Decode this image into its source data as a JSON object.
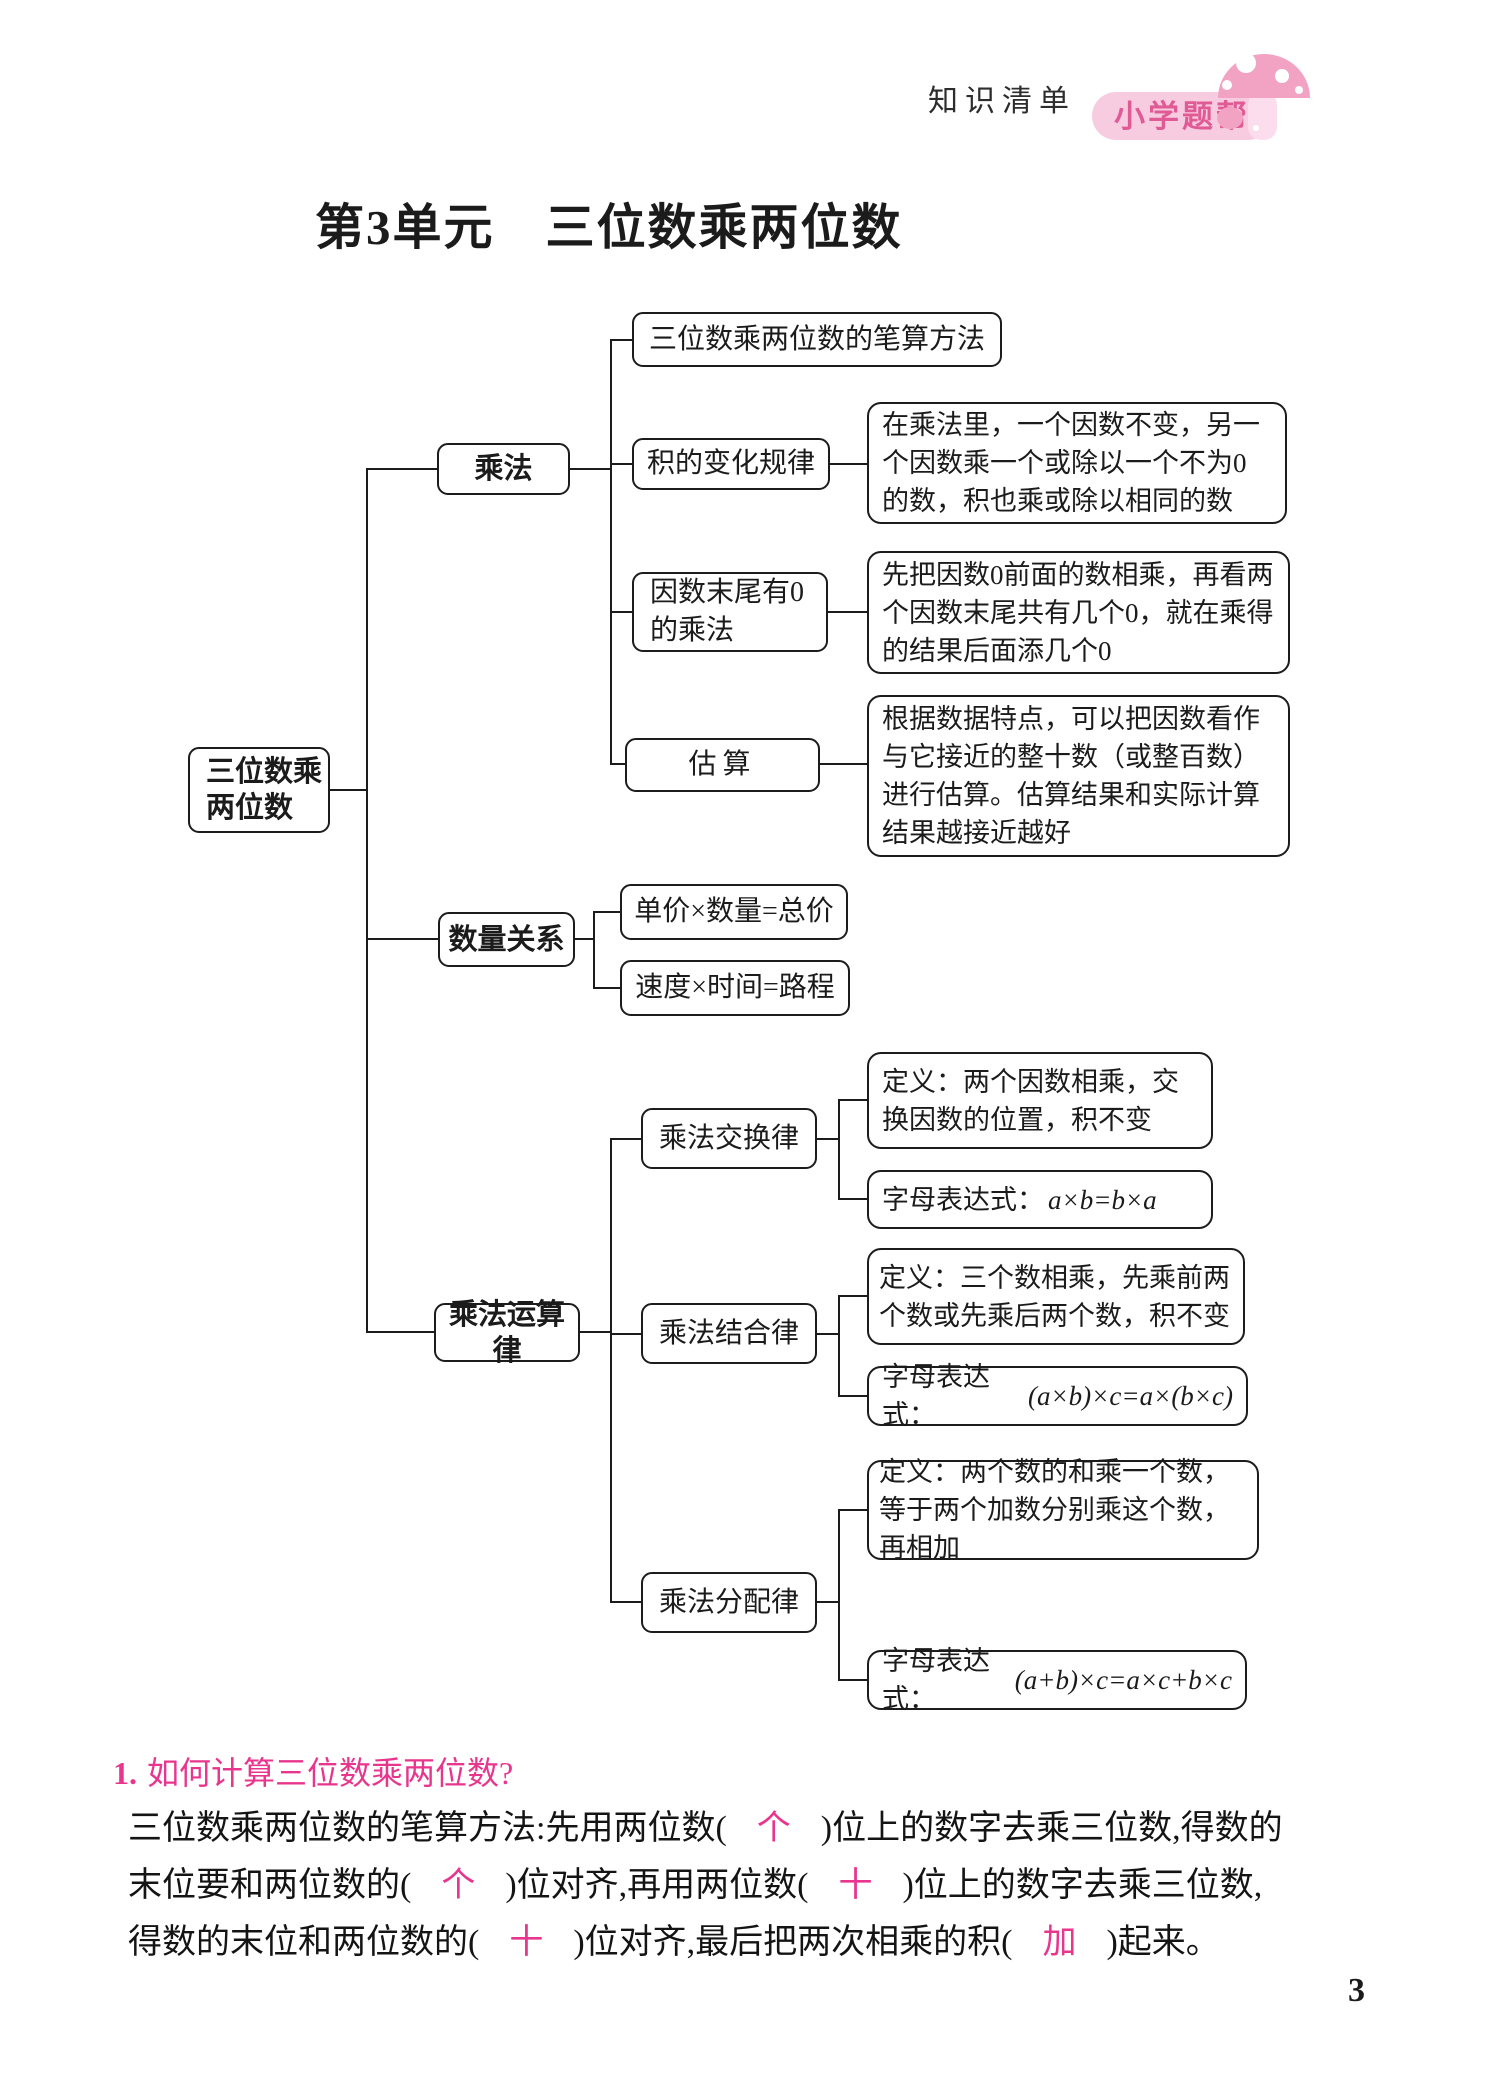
{
  "header": {
    "section_label": "知识清单",
    "brand": "小学题帮"
  },
  "title": "第3单元　三位数乘两位数",
  "accent_colors": {
    "badge_bg": "#f8cce0",
    "badge_text": "#e05a95",
    "answer_pink": "#e8358d",
    "mushroom_cap": "#f2a3c4",
    "mushroom_stem": "#fbdded"
  },
  "mindmap": {
    "root": "三位数乘两位数",
    "branch_multiplication": "乘法",
    "written_method": "三位数乘两位数的笔算方法",
    "product_change_rule": "积的变化规律",
    "product_change_desc": "在乘法里，一个因数不变，另一个因数乘一个或除以一个不为0的数，积也乘或除以相同的数",
    "trailing_zero": "因数末尾有0的乘法",
    "trailing_zero_desc": "先把因数0前面的数相乘，再看两个因数末尾共有几个0，就在乘得的结果后面添几个0",
    "estimation": "估算",
    "estimation_desc": "根据数据特点，可以把因数看作与它接近的整十数（或整百数）进行估算。估算结果和实际计算结果越接近越好",
    "branch_quantity": "数量关系",
    "formula_price": "单价×数量=总价",
    "formula_speed": "速度×时间=路程",
    "branch_laws": "乘法运算律",
    "commutative": "乘法交换律",
    "commutative_def": "定义：两个因数相乘，交换因数的位置，积不变",
    "formula_label": "字母表达式：",
    "commutative_math": "a×b=b×a",
    "associative": "乘法结合律",
    "associative_def": "定义：三个数相乘，先乘前两个数或先乘后两个数，积不变",
    "associative_math": "(a×b)×c=a×(b×c)",
    "distributive": "乘法分配律",
    "distributive_def": "定义：两个数的和乘一个数，等于两个加数分别乘这个数，再相加",
    "distributive_math": "(a+b)×c=a×c+b×c"
  },
  "qa": {
    "number": "1.",
    "question": "如何计算三位数乘两位数?",
    "line1": {
      "a": "三位数乘两位数的笔算方法:先用两位数(",
      "ans": "个",
      "b": ")位上的数字去乘三位数,得数的"
    },
    "line2": {
      "a": "末位要和两位数的(",
      "ans1": "个",
      "b": ")位对齐,再用两位数(",
      "ans2": "十",
      "c": ")位上的数字去乘三位数,"
    },
    "line3": {
      "a": "得数的末位和两位数的(",
      "ans1": "十",
      "b": ")位对齐,最后把两次相乘的积(",
      "ans2": "加",
      "c": ")起来。"
    }
  },
  "page_number": "3"
}
